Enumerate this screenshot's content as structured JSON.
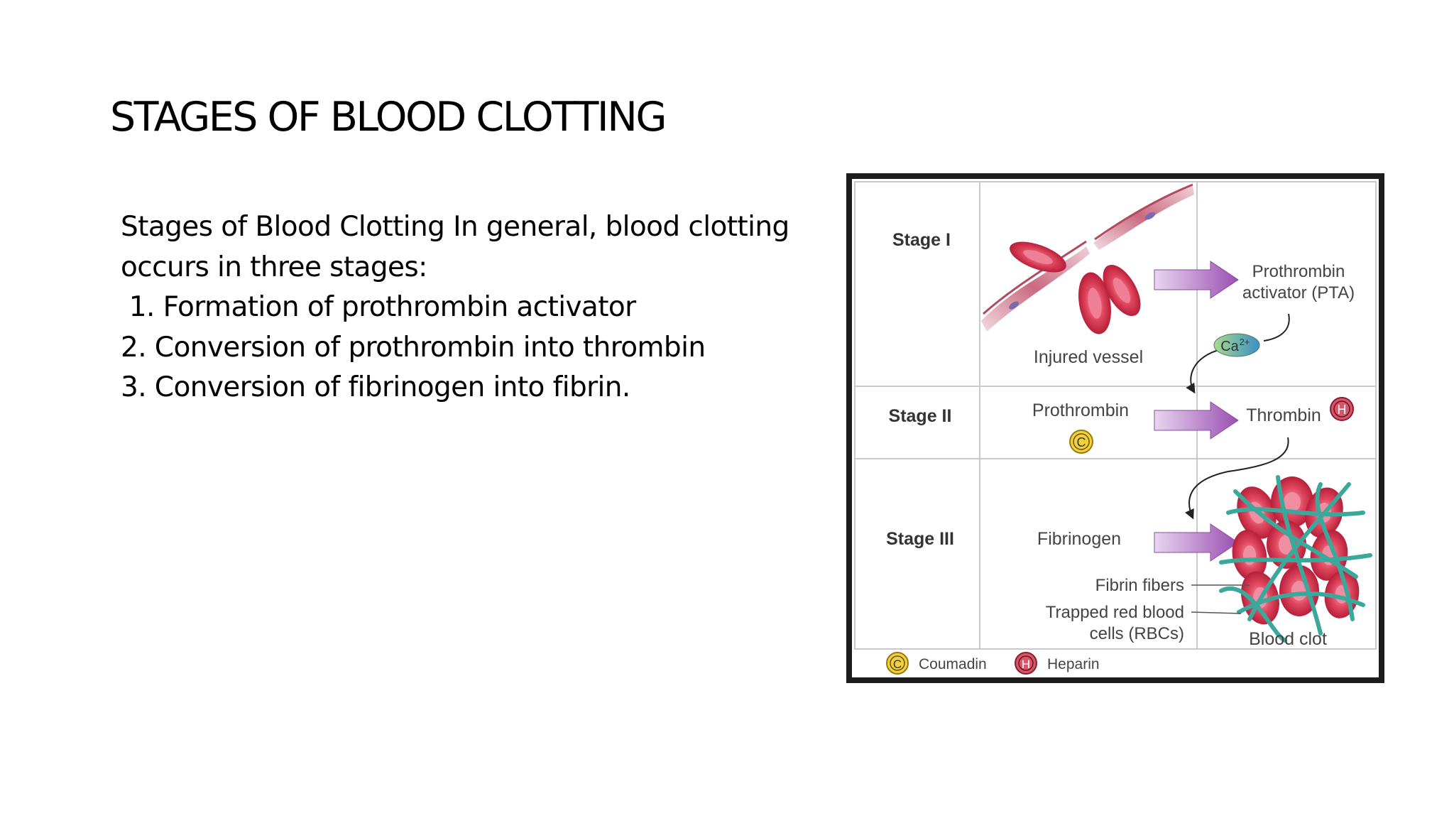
{
  "slide": {
    "title": "STAGES OF BLOOD CLOTTING",
    "body_lines": [
      "Stages of Blood Clotting In general, blood clotting",
      "occurs in three stages:",
      " 1. Formation of prothrombin activator",
      "2. Conversion of prothrombin into thrombin",
      "3. Conversion of fibrinogen into fibrin."
    ]
  },
  "figure": {
    "stages": [
      "Stage I",
      "Stage II",
      "Stage III"
    ],
    "labels": {
      "injured_vessel": "Injured vessel",
      "pta_line1": "Prothrombin",
      "pta_line2": "activator (PTA)",
      "calcium": "Ca",
      "calcium_sup": "2+",
      "prothrombin": "Prothrombin",
      "thrombin": "Thrombin",
      "fibrinogen": "Fibrinogen",
      "fibrin_fibers": "Fibrin fibers",
      "trapped_line1": "Trapped red blood",
      "trapped_line2": "cells (RBCs)",
      "blood_clot": "Blood clot"
    },
    "badges": {
      "coumadin_letter": "C",
      "heparin_letter": "H"
    },
    "legend": {
      "coumadin": "Coumadin",
      "heparin": "Heparin"
    },
    "colors": {
      "rbc": "#d8344f",
      "fiber": "#3aa89a",
      "arrow": "#a25ab8",
      "coumadin_badge": "#f2d23a",
      "heparin_badge": "#d8566a",
      "calcium_badge": "#9fd08a"
    }
  }
}
